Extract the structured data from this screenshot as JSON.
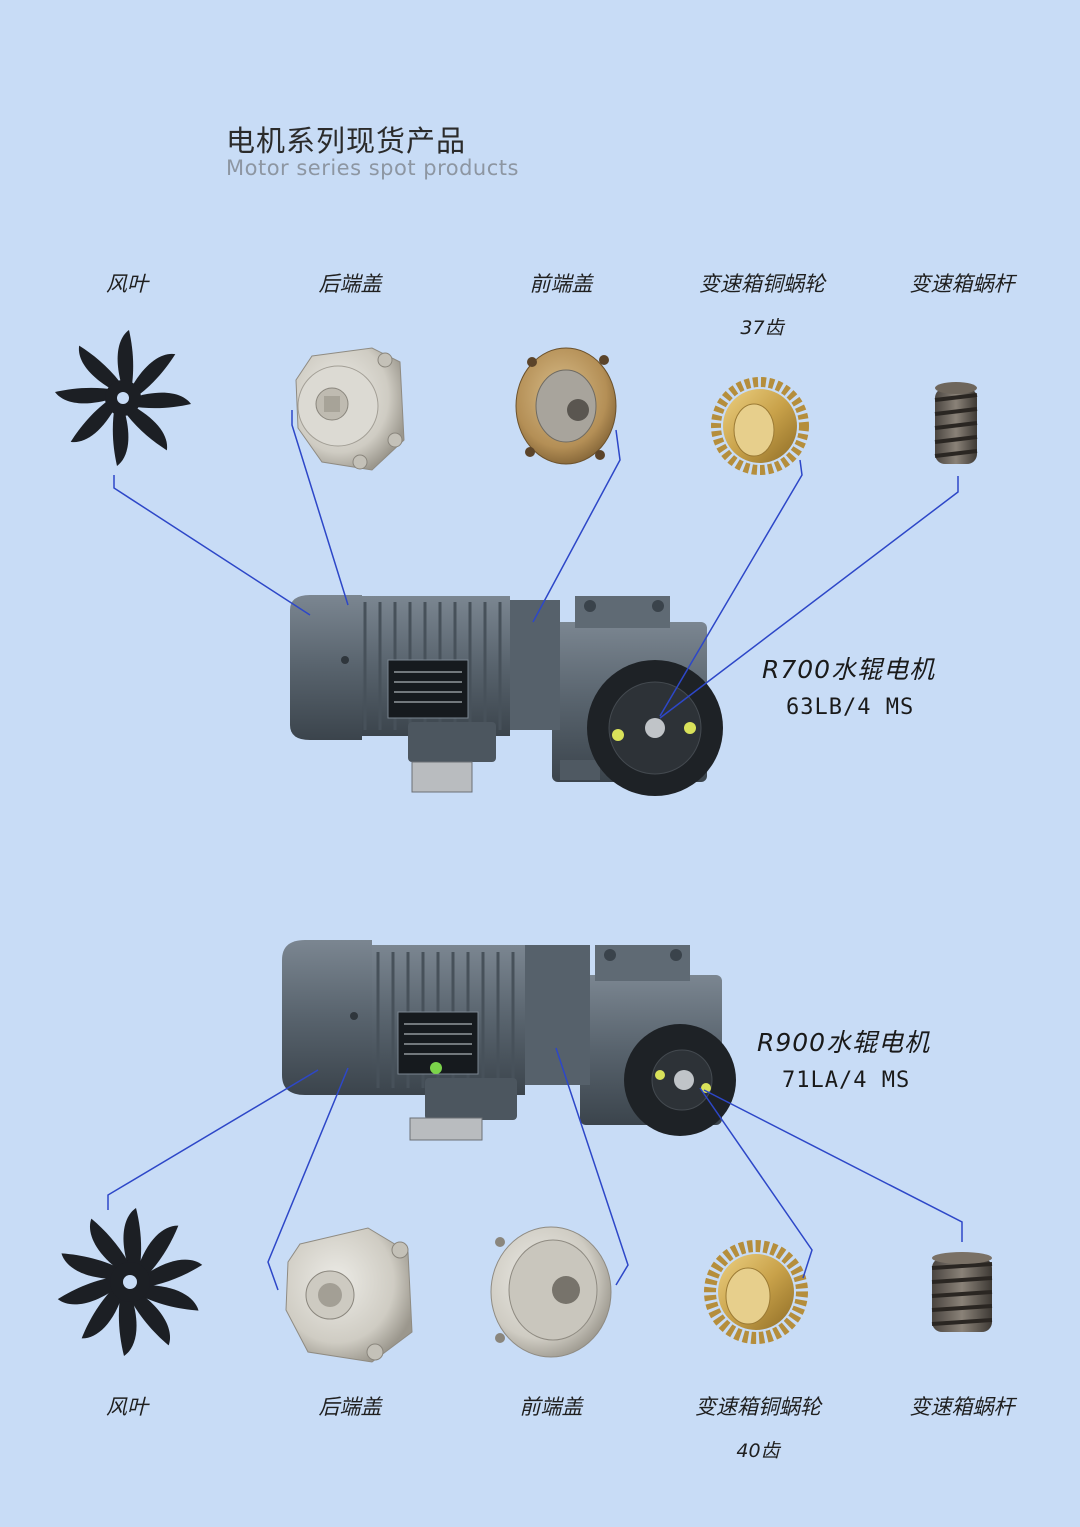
{
  "header": {
    "title_cn": "电机系列现货产品",
    "title_en": "Motor series spot products"
  },
  "top_parts": [
    {
      "label": "风叶",
      "sub": ""
    },
    {
      "label": "后端盖",
      "sub": ""
    },
    {
      "label": "前端盖",
      "sub": ""
    },
    {
      "label": "变速箱铜蜗轮",
      "sub": "37齿"
    },
    {
      "label": "变速箱蜗杆",
      "sub": ""
    }
  ],
  "motor1": {
    "model": "R700水辊电机",
    "spec": "63LB/4 MS"
  },
  "motor2": {
    "model": "R900水辊电机",
    "spec": "71LA/4 MS"
  },
  "bottom_parts": [
    {
      "label": "风叶",
      "sub": ""
    },
    {
      "label": "后端盖",
      "sub": ""
    },
    {
      "label": "前端盖",
      "sub": ""
    },
    {
      "label": "变速箱铜蜗轮",
      "sub": "40齿"
    },
    {
      "label": "变速箱蜗杆",
      "sub": ""
    }
  ],
  "colors": {
    "background": "#c8dcf6",
    "connector": "#2d47c8",
    "motor": "#5f6a74",
    "brass": "#c9a24a",
    "aluminum": "#d2cfc6"
  }
}
